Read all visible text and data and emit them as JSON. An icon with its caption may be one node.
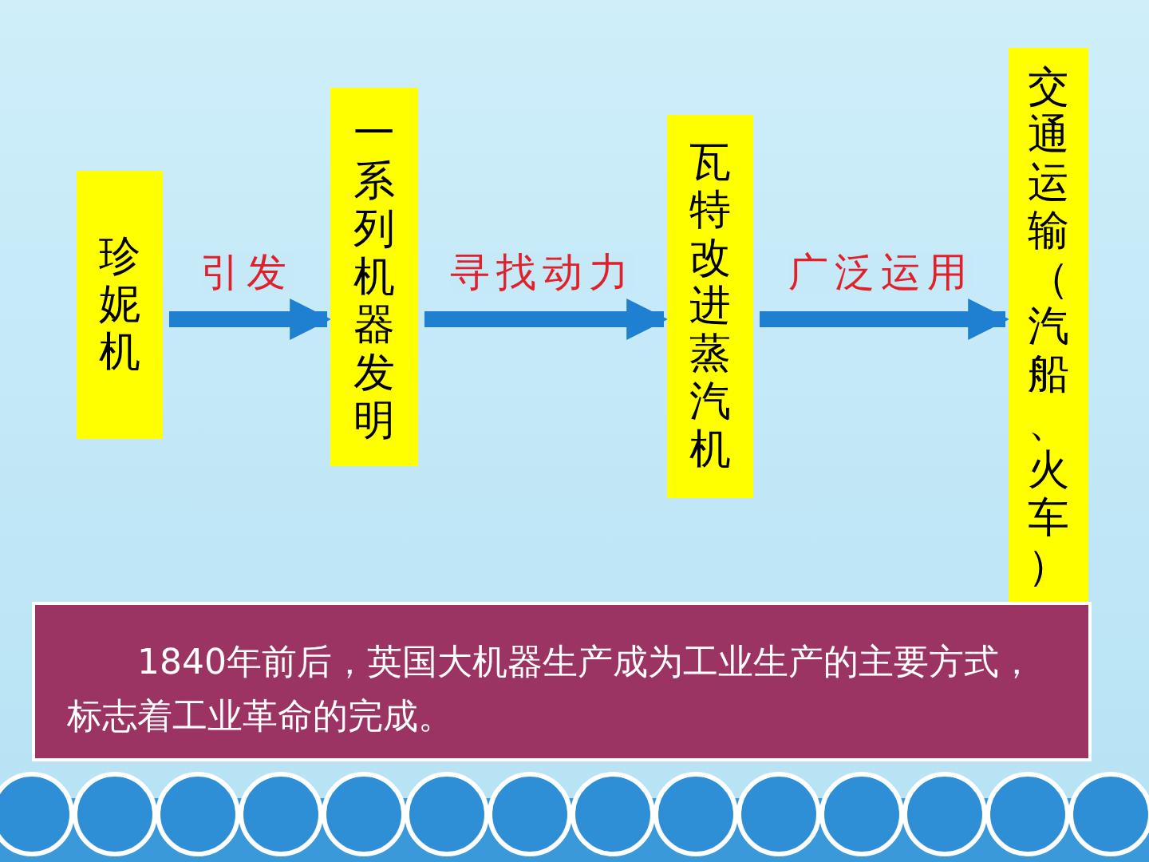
{
  "diagram": {
    "nodes": [
      {
        "text": [
          "珍妮机"
        ]
      },
      {
        "text": [
          "一系列机器发明"
        ]
      },
      {
        "text": [
          "瓦特改进蒸汽机"
        ]
      },
      {
        "text": [
          "交通运输（汽船、火车）"
        ]
      },
      {
        "text": [
          "1840年前后，英国大机器生产成为工业生产的主要方式，标志着工业革命的完成。"
        ]
      }
    ],
    "edges": [
      {
        "from": 0,
        "to": 1,
        "arrow": "to",
        "label": "引发"
      },
      {
        "from": 1,
        "to": 2,
        "arrow": "to",
        "label": "寻找动力"
      },
      {
        "from": 2,
        "to": 3,
        "arrow": "to",
        "label": "广泛运用"
      }
    ]
  }
}
